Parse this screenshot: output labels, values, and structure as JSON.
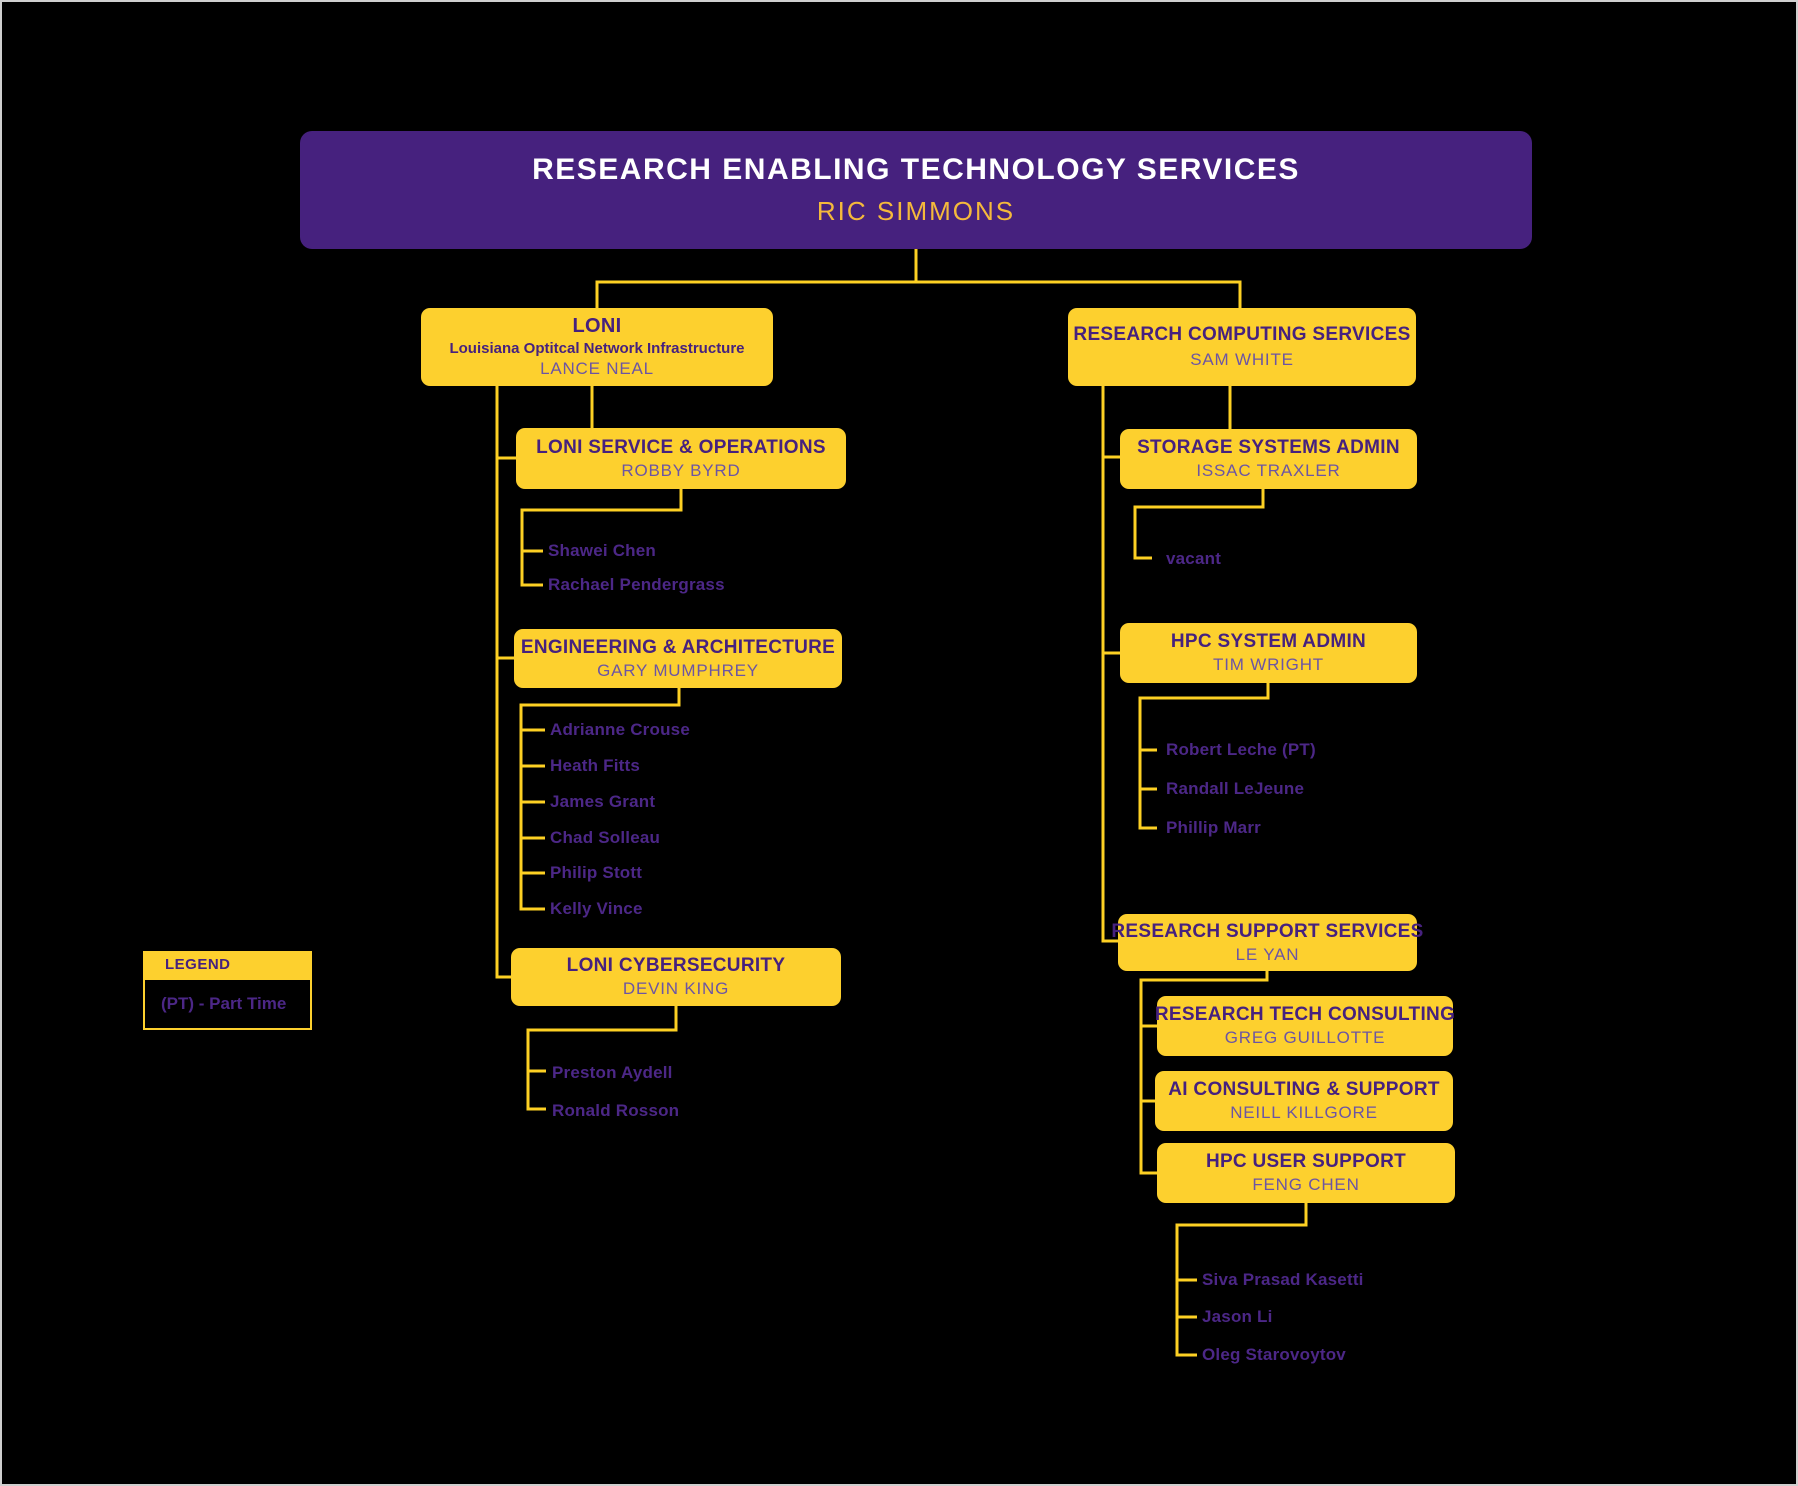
{
  "colors": {
    "background": "#000000",
    "lsu_purple": "#46217E",
    "lsu_gold": "#FDD02E",
    "connector_gold": "#FDD023",
    "root_title_text": "#FFFFFF",
    "root_manager_text": "#F5B93B",
    "box_title_text": "#46217E",
    "box_manager_text": "#6C55A4",
    "staff_text": "#4C2787"
  },
  "root": {
    "title": "RESEARCH ENABLING TECHNOLOGY SERVICES",
    "manager": "RIC SIMMONS"
  },
  "legend": {
    "title": "LEGEND",
    "entry": "(PT) - Part Time"
  },
  "loni": {
    "title": "LONI",
    "subtitle": "Louisiana Optitcal Network Infrastructure",
    "manager": "LANCE NEAL",
    "service_ops": {
      "title": "LONI SERVICE & OPERATIONS",
      "manager": "ROBBY BYRD",
      "staff": [
        "Shawei Chen",
        "Rachael Pendergrass"
      ]
    },
    "engineering": {
      "title": "ENGINEERING & ARCHITECTURE",
      "manager": "GARY MUMPHREY",
      "staff": [
        "Adrianne Crouse",
        "Heath Fitts",
        "James Grant",
        "Chad Solleau",
        "Philip Stott",
        "Kelly Vince"
      ]
    },
    "cybersecurity": {
      "title": "LONI CYBERSECURITY",
      "manager": "DEVIN KING",
      "staff": [
        "Preston Aydell",
        "Ronald Rosson"
      ]
    }
  },
  "rcs": {
    "title": "RESEARCH COMPUTING SERVICES",
    "manager": "SAM WHITE",
    "storage": {
      "title": "STORAGE SYSTEMS ADMIN",
      "manager": "ISSAC TRAXLER",
      "staff": [
        "vacant"
      ]
    },
    "hpc_admin": {
      "title": "HPC SYSTEM ADMIN",
      "manager": "TIM WRIGHT",
      "staff": [
        "Robert Leche (PT)",
        "Randall LeJeune",
        "Phillip Marr"
      ]
    },
    "support": {
      "title": "RESEARCH SUPPORT SERVICES",
      "manager": "LE YAN",
      "tech_consulting": {
        "title": "RESEARCH TECH CONSULTING",
        "manager": "GREG GUILLOTTE"
      },
      "ai_consulting": {
        "title": "AI CONSULTING & SUPPORT",
        "manager": "NEILL KILLGORE"
      },
      "hpc_user_support": {
        "title": "HPC USER SUPPORT",
        "manager": "FENG CHEN",
        "staff": [
          "Siva Prasad Kasetti",
          "Jason Li",
          "Oleg Starovoytov"
        ]
      }
    }
  }
}
